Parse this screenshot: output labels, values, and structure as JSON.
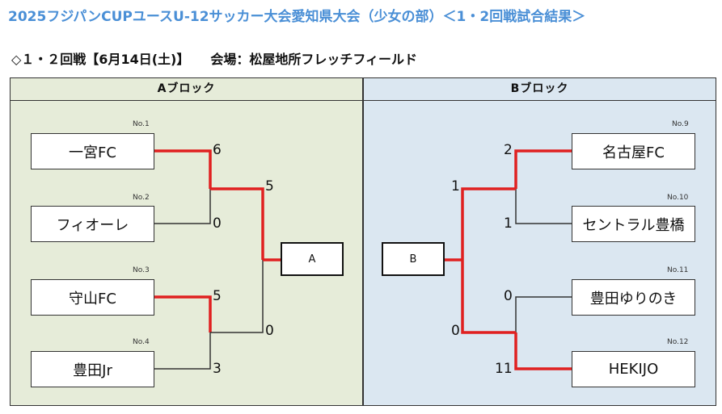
{
  "title": "2025フジパンCUPユースU-12サッカー大会愛知県大会（少女の部）＜1・2回戦試合結果＞",
  "round_info": "◇１・２回戦【6月14日(土)】",
  "venue": "会場：松屋地所フレッチフィールド",
  "block_a": {
    "header": "Aブロック",
    "final_label": "A",
    "teams": [
      {
        "no": "No.1",
        "name": "一宮FC",
        "score": "6"
      },
      {
        "no": "No.2",
        "name": "フィオーレ",
        "score": "0"
      },
      {
        "no": "No.3",
        "name": "守山FC",
        "score": "5"
      },
      {
        "no": "No.4",
        "name": "豊田Jr",
        "score": "3"
      }
    ],
    "semi_scores": [
      "5",
      "0"
    ]
  },
  "block_b": {
    "header": "Bブロック",
    "final_label": "B",
    "teams": [
      {
        "no": "No.9",
        "name": "名古屋FC",
        "score": "2"
      },
      {
        "no": "No.10",
        "name": "セントラル豊橋",
        "score": "1"
      },
      {
        "no": "No.11",
        "name": "豊田ゆりのき",
        "score": "0"
      },
      {
        "no": "No.12",
        "name": "HEKIJO",
        "score": "11"
      }
    ],
    "semi_scores": [
      "1",
      "0"
    ]
  },
  "colors": {
    "winner_line": "#e02020",
    "loser_line": "#333333",
    "title": "#4a8fd6",
    "block_a_bg": "#e6ecd9",
    "block_b_bg": "#dbe7f1"
  }
}
